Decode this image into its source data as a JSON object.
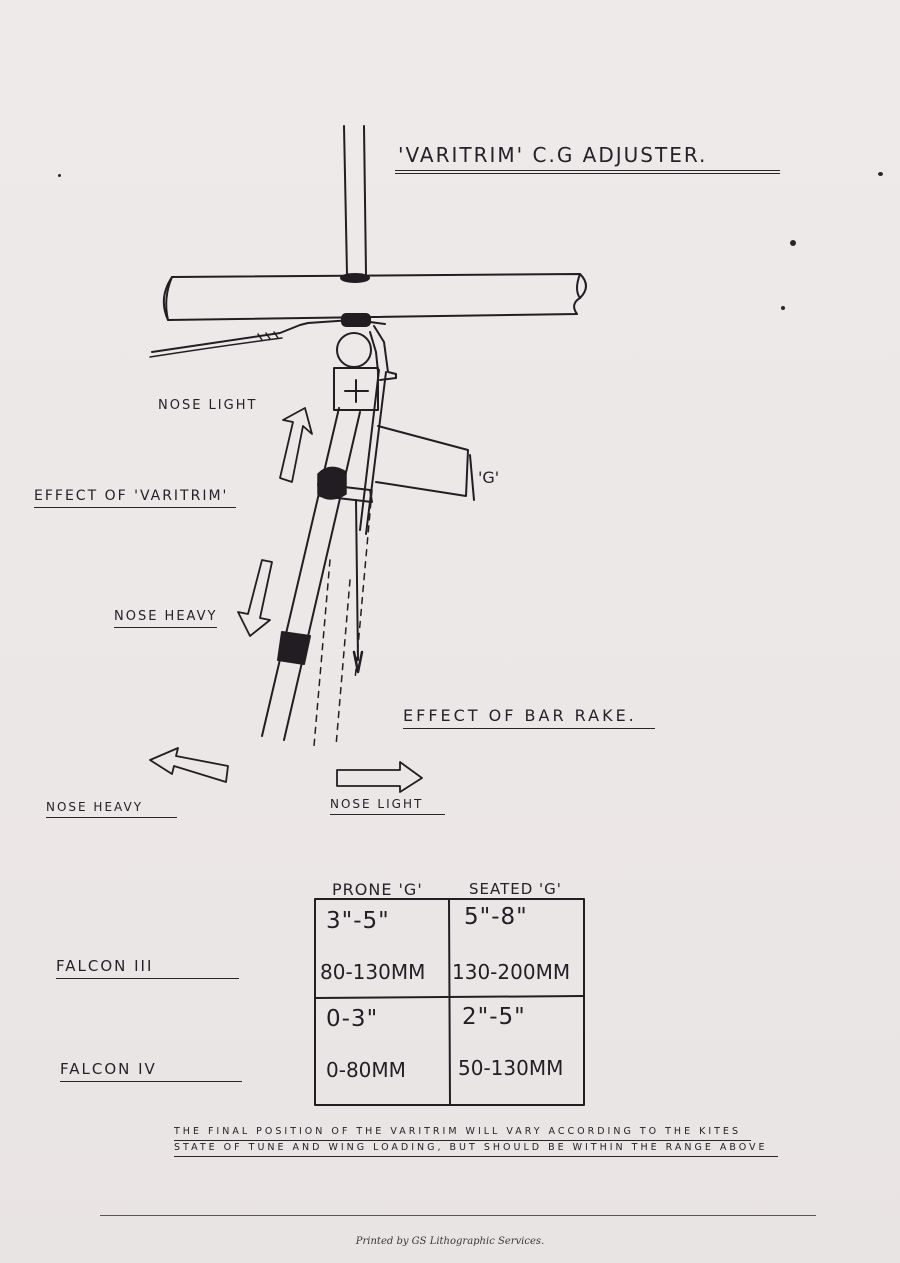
{
  "title": "'VARITRIM' C.G ADJUSTER.",
  "labels": {
    "nose_light_1": "NOSE LIGHT",
    "effect_varitrim": "EFFECT OF 'VARITRIM'",
    "nose_heavy_1": "NOSE HEAVY",
    "g_marker": "'G'",
    "effect_bar_rake": "EFFECT OF BAR RAKE.",
    "nose_heavy_2": "NOSE HEAVY",
    "nose_light_2": "NOSE LIGHT"
  },
  "table": {
    "headers": [
      "PRONE 'G'",
      "SEATED 'G'"
    ],
    "rows": [
      {
        "label": "FALCON III",
        "prone_in": "3\"-5\"",
        "seated_in": "5\"-8\"",
        "prone_mm": "80-130MM",
        "seated_mm": "130-200MM"
      },
      {
        "label": "FALCON IV",
        "prone_in": "0-3\"",
        "seated_in": "2\"-5\"",
        "prone_mm": "0-80MM",
        "seated_mm": "50-130MM"
      }
    ]
  },
  "note": {
    "line1": "THE FINAL POSITION OF THE VARITRIM WILL VARY ACCORDING TO THE KITES",
    "line2": "STATE OF TUNE AND WING LOADING, BUT SHOULD BE WITHIN THE RANGE ABOVE"
  },
  "footer": "Printed by GS Lithographic Services."
}
